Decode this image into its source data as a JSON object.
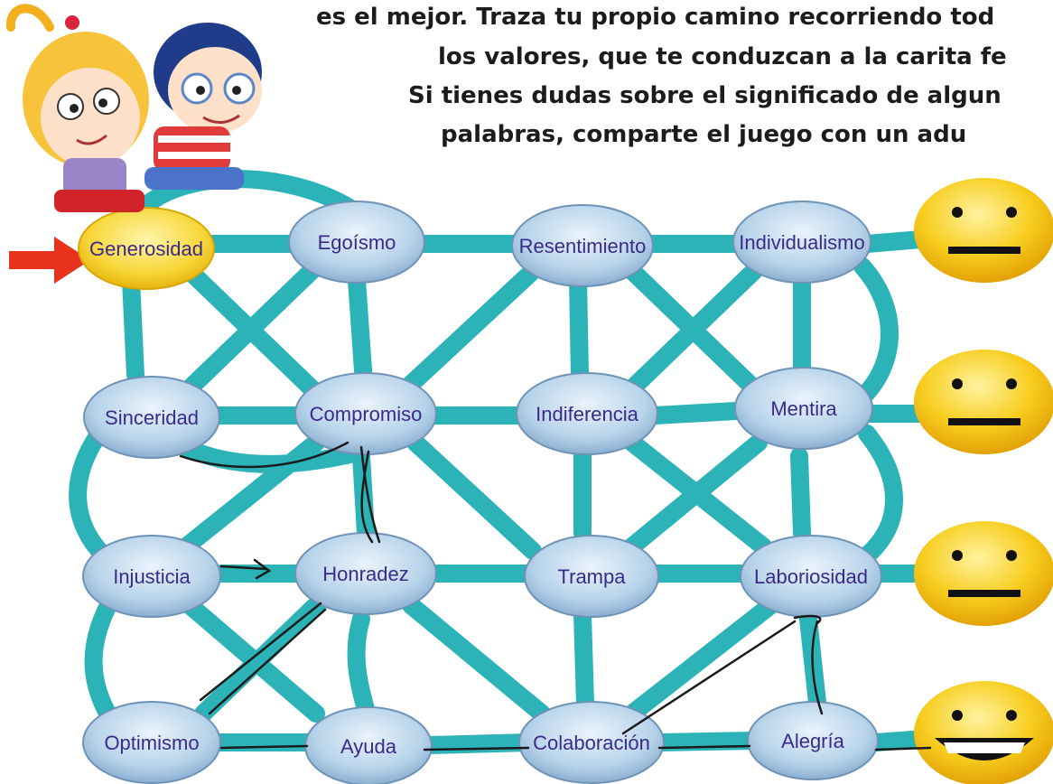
{
  "instructions": {
    "lines": [
      "es el mejor. Traza tu propio camino recorriendo tod",
      "los valores, que te conduzcan a la carita fe",
      "Si tienes dudas sobre el significado de algun",
      "palabras, comparte el juego con un adu"
    ]
  },
  "maze": {
    "start_indicator": "arrow-icon",
    "nodes": [
      {
        "id": "generosidad",
        "label": "Generosidad",
        "state": "start"
      },
      {
        "id": "egoismo",
        "label": "Egoísmo"
      },
      {
        "id": "resentimiento",
        "label": "Resentimiento"
      },
      {
        "id": "individualismo",
        "label": "Individualismo"
      },
      {
        "id": "sinceridad",
        "label": "Sinceridad"
      },
      {
        "id": "compromiso",
        "label": "Compromiso"
      },
      {
        "id": "indiferencia",
        "label": "Indiferencia"
      },
      {
        "id": "mentira",
        "label": "Mentira"
      },
      {
        "id": "injusticia",
        "label": "Injusticia"
      },
      {
        "id": "honradez",
        "label": "Honradez"
      },
      {
        "id": "trampa",
        "label": "Trampa"
      },
      {
        "id": "laboriosidad",
        "label": "Laboriosidad"
      },
      {
        "id": "optimismo",
        "label": "Optimismo"
      },
      {
        "id": "ayuda",
        "label": "Ayuda"
      },
      {
        "id": "colaboracion",
        "label": "Colaboración"
      },
      {
        "id": "alegria",
        "label": "Alegría"
      }
    ],
    "faces": [
      {
        "id": "face-1",
        "expression": "neutral"
      },
      {
        "id": "face-2",
        "expression": "neutral"
      },
      {
        "id": "face-3",
        "expression": "neutral"
      },
      {
        "id": "face-4",
        "expression": "happy-scribbled"
      }
    ],
    "colors": {
      "path": "#2bb3b8",
      "path_dark": "#138a90",
      "node_fill": "#b9d6ec",
      "node_stroke": "#6f93b6",
      "start_fill": "#f7d63a",
      "face_fill": "#f5c518",
      "label": "#3b2a8a",
      "pencil": "#1a1a1a",
      "arrow": "#e8321e"
    }
  }
}
